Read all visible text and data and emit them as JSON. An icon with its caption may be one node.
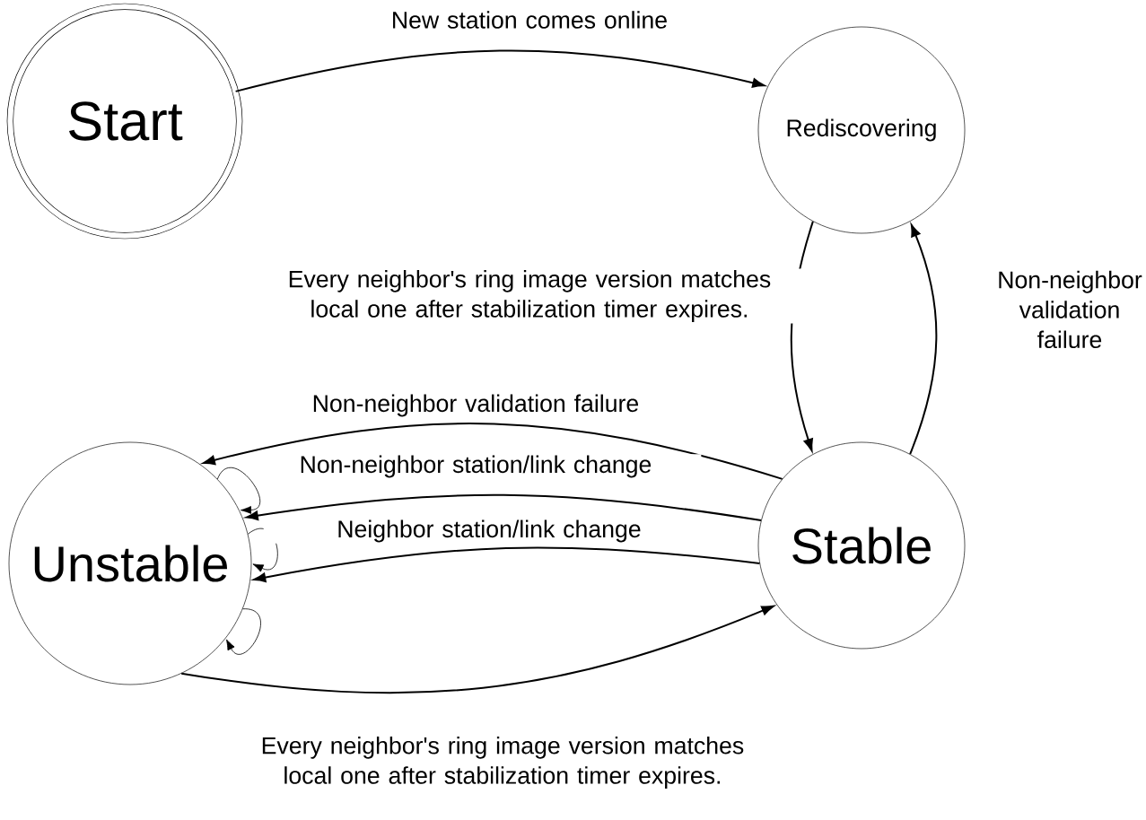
{
  "diagram": {
    "nodes": [
      {
        "text": [
          "Start"
        ]
      },
      {
        "text": [
          "Rediscovering"
        ]
      },
      {
        "text": [
          "Unstable"
        ]
      },
      {
        "text": [
          "Stable"
        ]
      }
    ],
    "edges": [
      {
        "from": 0,
        "to": 1,
        "arrow": "to",
        "label": "New station comes online"
      },
      {
        "from": 1,
        "to": 3,
        "arrow": "to",
        "label": "Every neighbor's ring image version matches local one after stabilization timer expires."
      },
      {
        "from": 3,
        "to": 1,
        "arrow": "to",
        "label": "Non-neighbor validation failure"
      },
      {
        "from": 3,
        "to": 2,
        "arrow": "to",
        "label": "Non-neighbor validation failure"
      },
      {
        "from": 3,
        "to": 2,
        "arrow": "to",
        "label": "Non-neighbor station/link change"
      },
      {
        "from": 3,
        "to": 2,
        "arrow": "to",
        "label": "Neighbor station/link change"
      },
      {
        "from": 2,
        "to": 3,
        "arrow": "to",
        "label": "Every neighbor's ring image version matches local one after stabilization timer expires."
      },
      {
        "from": 2,
        "to": 2,
        "arrow": "to"
      },
      {
        "from": 2,
        "to": 2,
        "arrow": "to"
      },
      {
        "from": 2,
        "to": 2,
        "arrow": "to"
      }
    ]
  }
}
